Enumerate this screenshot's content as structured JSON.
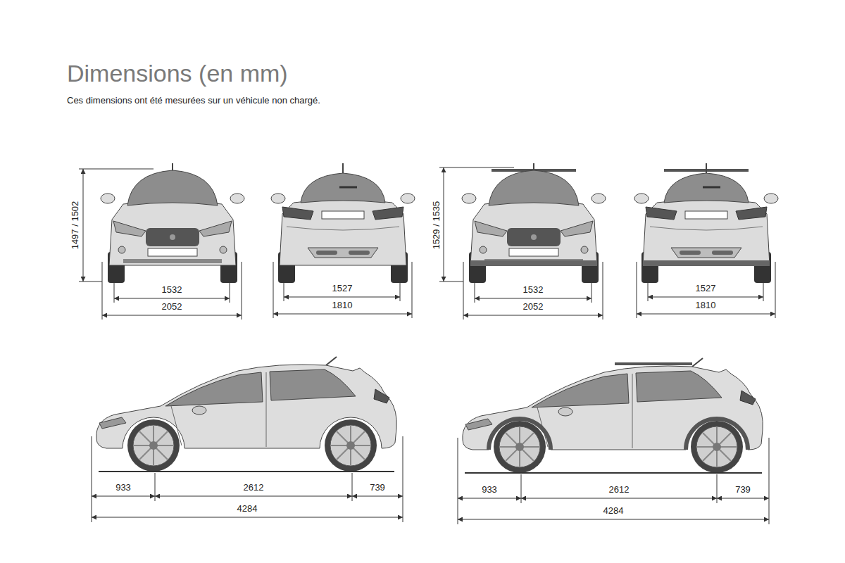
{
  "diagram": {
    "title": "Dimensions (en mm)",
    "caption": "Ces dimensions ont été mesurées sur un véhicule non chargé.",
    "labels": [
      "1497 / 1502",
      "1532",
      "2052",
      "1527",
      "1810",
      "1529 / 1535",
      "1532",
      "2052",
      "1527",
      "1810",
      "933",
      "2612",
      "739",
      "4284",
      "933",
      "2612",
      "739",
      "4284"
    ]
  }
}
